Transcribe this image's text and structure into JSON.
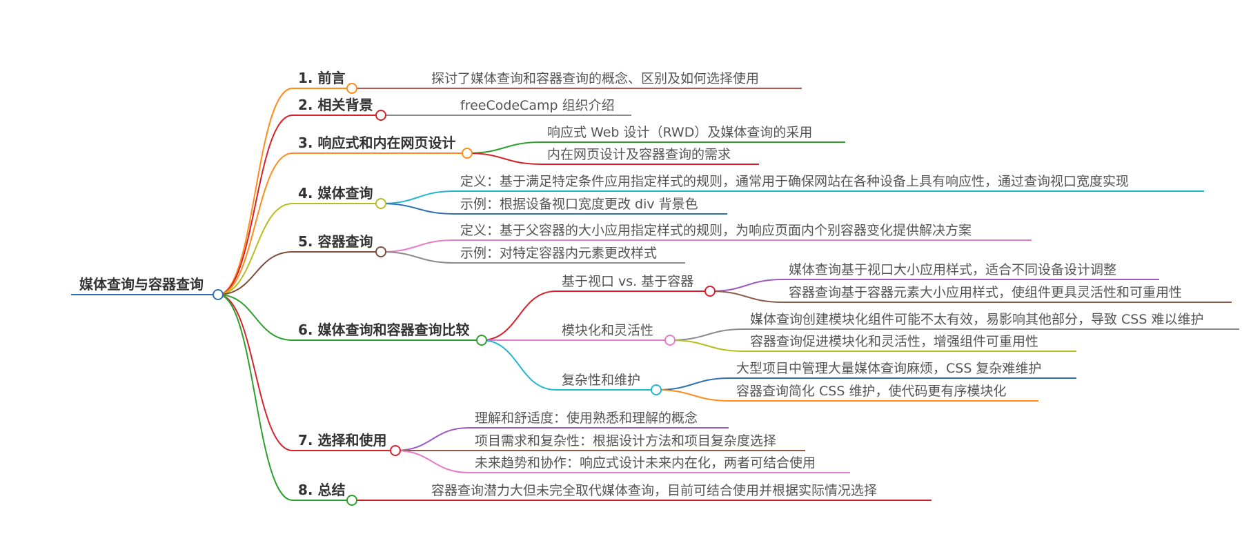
{
  "root": {
    "id": "root",
    "label": "媒体查询与容器查询",
    "color": "#2f6fb3"
  },
  "branches": [
    {
      "id": "b1",
      "label": "1. 前言",
      "color": "#ff8c1a",
      "children": [
        {
          "id": "b1c1",
          "label": "探讨了媒体查询和容器查询的概念、区别及如何选择使用",
          "color": "#b5564f"
        }
      ]
    },
    {
      "id": "b2",
      "label": "2. 相关背景",
      "color": "#d8202a",
      "children": [
        {
          "id": "b2c1",
          "label": "freeCodeCamp 组织介绍",
          "color": "#8a8a8a"
        }
      ]
    },
    {
      "id": "b3",
      "label": "3. 响应式和内在网页设计",
      "color": "#ff8c1a",
      "children": [
        {
          "id": "b3c1",
          "label": "响应式 Web 设计（RWD）及媒体查询的采用",
          "color": "#2ca02c"
        },
        {
          "id": "b3c2",
          "label": "内在网页设计及容器查询的需求",
          "color": "#d8202a"
        }
      ]
    },
    {
      "id": "b4",
      "label": "4. 媒体查询",
      "color": "#b5bd1f",
      "children": [
        {
          "id": "b4c1",
          "label": "定义：基于满足特定条件应用指定样式的规则，通常用于确保网站在各种设备上具有响应性，通过查询视口宽度实现",
          "color": "#1fb6cf"
        },
        {
          "id": "b4c2",
          "label": "示例：根据设备视口宽度更改 div 背景色",
          "color": "#2f6fb3"
        }
      ]
    },
    {
      "id": "b5",
      "label": "5. 容器查询",
      "color": "#7b4d3a",
      "children": [
        {
          "id": "b5c1",
          "label": "定义：基于父容器的大小应用指定样式的规则，为响应页面内个别容器变化提供解决方案",
          "color": "#e87ac8"
        },
        {
          "id": "b5c2",
          "label": "示例：对特定容器内元素更改样式",
          "color": "#8a8a8a"
        }
      ]
    },
    {
      "id": "b6",
      "label": "6. 媒体查询和容器查询比较",
      "color": "#2ca02c",
      "children": [
        {
          "id": "b6c1",
          "label": "基于视口 vs. 基于容器",
          "color": "#d8202a",
          "children": [
            {
              "id": "b6c1a",
              "label": "媒体查询基于视口大小应用样式，适合不同设备设计调整",
              "color": "#9b59c4"
            },
            {
              "id": "b6c1b",
              "label": "容器查询基于容器元素大小应用样式，使组件更具灵活性和可重用性",
              "color": "#8b5a4a"
            }
          ]
        },
        {
          "id": "b6c2",
          "label": "模块化和灵活性",
          "color": "#e87ac8",
          "children": [
            {
              "id": "b6c2a",
              "label": "媒体查询创建模块化组件可能不太有效，易影响其他部分，导致 CSS 难以维护",
              "color": "#8a8a8a"
            },
            {
              "id": "b6c2b",
              "label": "容器查询促进模块化和灵活性，增强组件可重用性",
              "color": "#b5bd1f"
            }
          ]
        },
        {
          "id": "b6c3",
          "label": "复杂性和维护",
          "color": "#1fb6cf",
          "children": [
            {
              "id": "b6c3a",
              "label": "大型项目中管理大量媒体查询麻烦，CSS 复杂难维护",
              "color": "#2f6fb3"
            },
            {
              "id": "b6c3b",
              "label": "容器查询简化 CSS 维护，使代码更有序模块化",
              "color": "#ff8c1a"
            }
          ]
        }
      ]
    },
    {
      "id": "b7",
      "label": "7. 选择和使用",
      "color": "#d8202a",
      "children": [
        {
          "id": "b7c1",
          "label": "理解和舒适度：使用熟悉和理解的概念",
          "color": "#9b59c4"
        },
        {
          "id": "b7c2",
          "label": "项目需求和复杂性：根据设计方法和项目复杂度选择",
          "color": "#8b5a4a"
        },
        {
          "id": "b7c3",
          "label": "未来趋势和协作：响应式设计未来内在化，两者可结合使用",
          "color": "#e87ac8"
        }
      ]
    },
    {
      "id": "b8",
      "label": "8. 总结",
      "color": "#2ca02c",
      "children": [
        {
          "id": "b8c1",
          "label": "容器查询潜力大但未完全取代媒体查询，目前可结合使用并根据实际情况选择",
          "color": "#d8202a"
        }
      ]
    }
  ]
}
